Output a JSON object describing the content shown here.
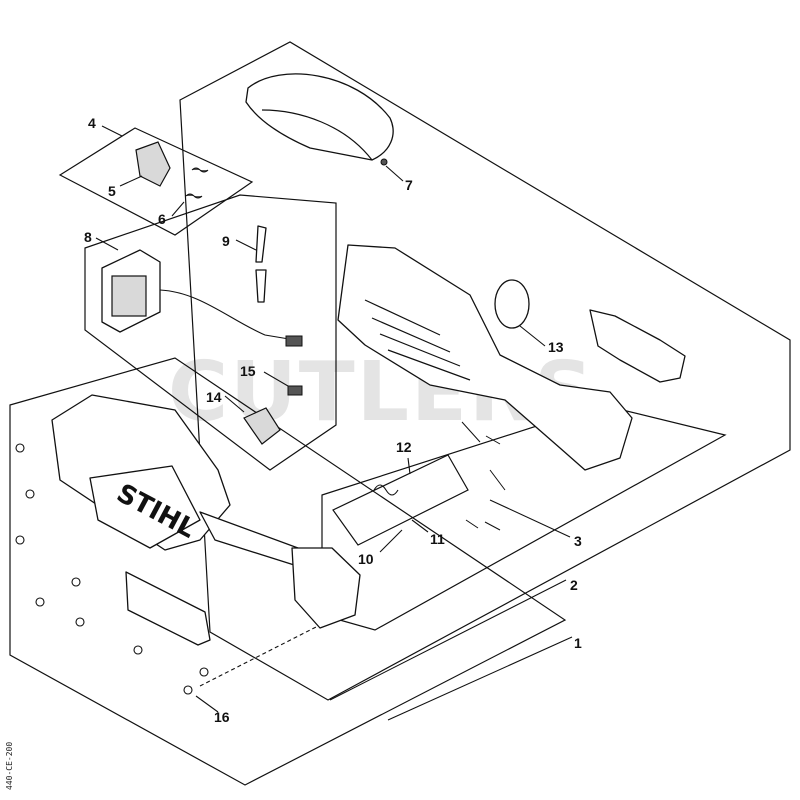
{
  "watermark": "CUTLERS",
  "brand_logo": "STIHL",
  "drawing_code": "440-CE-200",
  "callouts": [
    {
      "id": "c1",
      "label": "1"
    },
    {
      "id": "c2",
      "label": "2"
    },
    {
      "id": "c3",
      "label": "3"
    },
    {
      "id": "c4",
      "label": "4"
    },
    {
      "id": "c5",
      "label": "5"
    },
    {
      "id": "c6",
      "label": "6"
    },
    {
      "id": "c7",
      "label": "7"
    },
    {
      "id": "c8",
      "label": "8"
    },
    {
      "id": "c9",
      "label": "9"
    },
    {
      "id": "c10",
      "label": "10"
    },
    {
      "id": "c11",
      "label": "11"
    },
    {
      "id": "c12",
      "label": "12"
    },
    {
      "id": "c13",
      "label": "13"
    },
    {
      "id": "c14",
      "label": "14"
    },
    {
      "id": "c15",
      "label": "15"
    },
    {
      "id": "c16",
      "label": "16"
    }
  ]
}
